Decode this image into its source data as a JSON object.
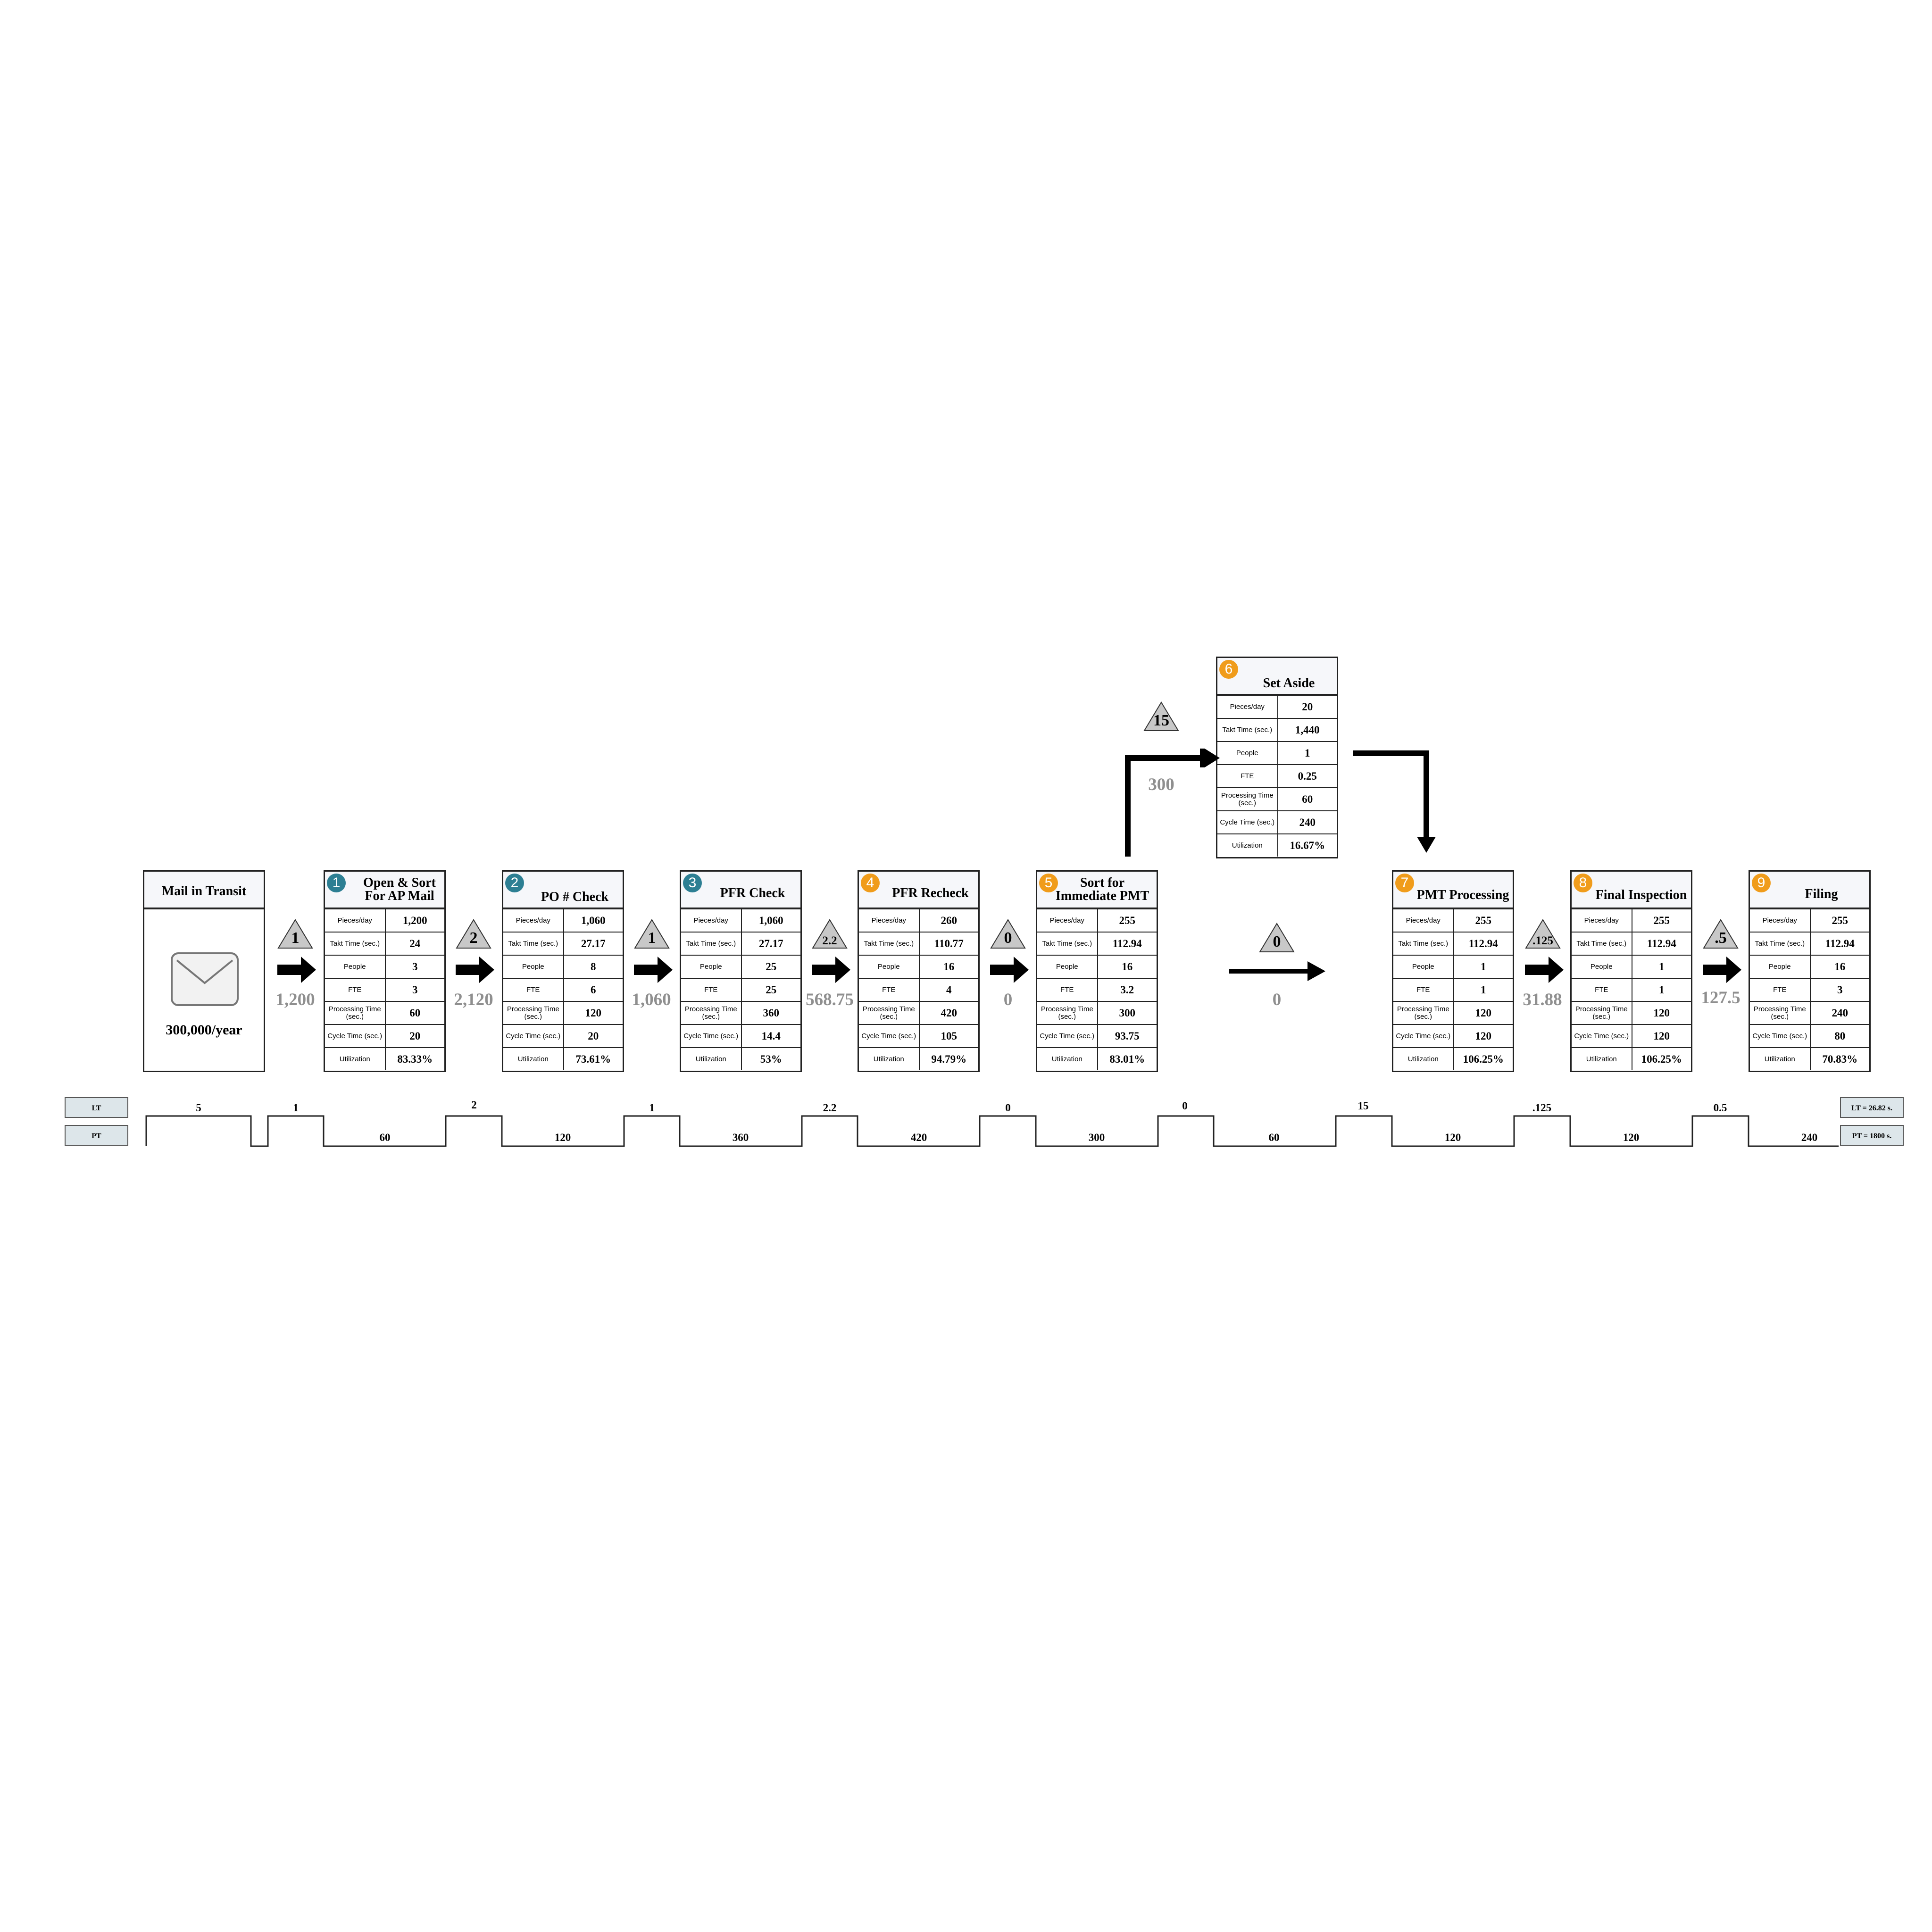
{
  "supplier": {
    "title": "Mail in Transit",
    "volume": "300,000/year"
  },
  "row_labels": [
    "Pieces/day",
    "Takt Time (sec.)",
    "People",
    "FTE",
    "Processing Time (sec.)",
    "Cycle Time (sec.)",
    "Utilization"
  ],
  "processes": [
    {
      "num": "1",
      "title": "Open & Sort For AP Mail",
      "values": [
        "1,200",
        "24",
        "3",
        "3",
        "60",
        "20",
        "83.33%"
      ]
    },
    {
      "num": "2",
      "title": "PO # Check",
      "values": [
        "1,060",
        "27.17",
        "8",
        "6",
        "120",
        "20",
        "73.61%"
      ]
    },
    {
      "num": "3",
      "title": "PFR Check",
      "values": [
        "1,060",
        "27.17",
        "25",
        "25",
        "360",
        "14.4",
        "53%"
      ]
    },
    {
      "num": "4",
      "title": "PFR Recheck",
      "values": [
        "260",
        "110.77",
        "16",
        "4",
        "420",
        "105",
        "94.79%"
      ]
    },
    {
      "num": "5",
      "title": "Sort for Immediate PMT",
      "values": [
        "255",
        "112.94",
        "16",
        "3.2",
        "300",
        "93.75",
        "83.01%"
      ]
    },
    {
      "num": "6",
      "title": "Set Aside",
      "values": [
        "20",
        "1,440",
        "1",
        "0.25",
        "60",
        "240",
        "16.67%"
      ]
    },
    {
      "num": "7",
      "title": "PMT Processing",
      "values": [
        "255",
        "112.94",
        "1",
        "1",
        "120",
        "120",
        "106.25%"
      ]
    },
    {
      "num": "8",
      "title": "Final Inspection",
      "values": [
        "255",
        "112.94",
        "1",
        "1",
        "120",
        "120",
        "106.25%"
      ]
    },
    {
      "num": "9",
      "title": "Filing",
      "values": [
        "255",
        "112.94",
        "16",
        "3",
        "240",
        "80",
        "70.83%"
      ]
    }
  ],
  "inventory": [
    {
      "days": "1",
      "count": "1,200"
    },
    {
      "days": "2",
      "count": "2,120"
    },
    {
      "days": "1",
      "count": "1,060"
    },
    {
      "days": "2.2",
      "count": "568.75"
    },
    {
      "days": "0",
      "count": "0"
    },
    {
      "days": "15",
      "count": "300"
    },
    {
      "days": "0",
      "count": "0"
    },
    {
      "days": ".125",
      "count": "31.88"
    },
    {
      "days": ".5",
      "count": "127.5"
    }
  ],
  "timeline": {
    "lt_label": "LT",
    "pt_label": "PT",
    "lt_values": [
      "5",
      "1",
      "2",
      "1",
      "2.2",
      "0",
      "0",
      "15",
      ".125",
      "0.5"
    ],
    "pt_values": [
      "60",
      "120",
      "360",
      "420",
      "300",
      "60",
      "120",
      "120",
      "240"
    ],
    "lt_total": "LT = 26.82 s.",
    "pt_total": "PT = 1800 s."
  },
  "colors": {
    "badge_teal": "#2d7f93",
    "badge_orange": "#f09c1b",
    "inventory_gray": "#8f8f8f",
    "triangle_fill": "#c8c8c8",
    "legend_fill": "#dde6ea"
  },
  "icons": [
    "envelope-icon",
    "push-arrow-icon",
    "inventory-triangle-icon"
  ]
}
